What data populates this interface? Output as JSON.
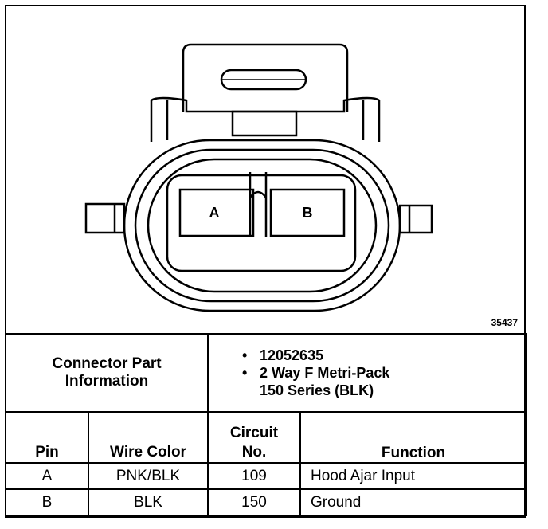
{
  "figure": {
    "number": "35437",
    "pins": [
      "A",
      "B"
    ]
  },
  "connector": {
    "label_line1": "Connector Part",
    "label_line2": "Information",
    "bullet": "•",
    "part_number": "12052635",
    "desc_line1": "2 Way F Metri-Pack",
    "desc_line2": "150 Series (BLK)"
  },
  "table": {
    "headers": {
      "pin": "Pin",
      "wire_color": "Wire Color",
      "circuit_line1": "Circuit",
      "circuit_line2": "No.",
      "function": "Function"
    },
    "rows": [
      {
        "pin": "A",
        "wire_color": "PNK/BLK",
        "circuit": "109",
        "function": "Hood Ajar Input"
      },
      {
        "pin": "B",
        "wire_color": "BLK",
        "circuit": "150",
        "function": "Ground"
      }
    ]
  }
}
